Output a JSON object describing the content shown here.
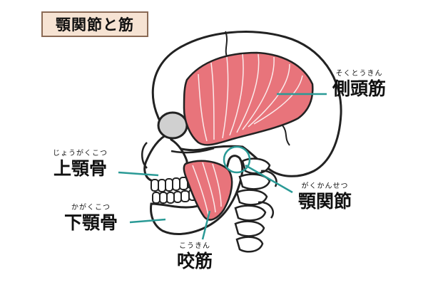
{
  "title": "顎関節と筋",
  "colors": {
    "title_bg": "#f6e3d3",
    "muscle": "#e8747b",
    "leader_line": "#2a9a96",
    "bone_outline": "#222222"
  },
  "labels": {
    "temporalis": {
      "ruby": "そくとうきん",
      "term": "側頭筋"
    },
    "maxilla": {
      "ruby": "じょうがくこつ",
      "term": "上顎骨"
    },
    "tmj": {
      "ruby": "がくかんせつ",
      "term": "顎関節"
    },
    "mandible": {
      "ruby": "かがくこつ",
      "term": "下顎骨"
    },
    "masseter": {
      "ruby": "こうきん",
      "term": "咬筋"
    }
  }
}
